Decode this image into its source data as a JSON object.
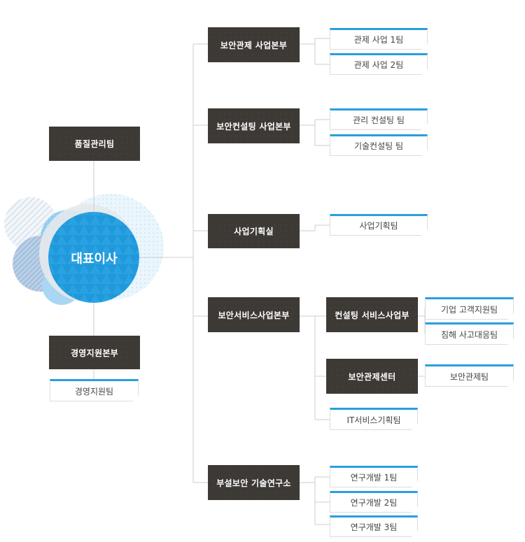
{
  "ceo": "대표이사",
  "quality_team": "품질관리팀",
  "management_division": {
    "name": "경영지원본부",
    "teams": [
      "경영지원팀"
    ]
  },
  "divisions": [
    {
      "name": "보안관제 사업본부",
      "teams": [
        "관제 사업 1팀",
        "관제 사업 2팀"
      ]
    },
    {
      "name": "보안컨설팅 사업본부",
      "teams": [
        "관리 컨설팅 팀",
        "기술컨설팅 팀"
      ]
    },
    {
      "name": "사업기획실",
      "teams": [
        "사업기획팀"
      ]
    },
    {
      "name": "보안서비스사업본부",
      "sub_divisions": [
        {
          "name": "컨설팅 서비스사업부",
          "teams": [
            "기업 고객지원팀",
            "침해 사고대응팀"
          ]
        },
        {
          "name": "보안관제센터",
          "teams": [
            "보안관제팀"
          ]
        }
      ],
      "teams": [
        "IT서비스기획팀"
      ]
    },
    {
      "name": "부설보안 기술연구소",
      "teams": [
        "연구개발 1팀",
        "연구개발 2팀",
        "연구개발 3팀"
      ]
    }
  ],
  "colors": {
    "dark_box": "#3d3935",
    "accent": "#2a9ee0",
    "connector": "#cccccc"
  }
}
